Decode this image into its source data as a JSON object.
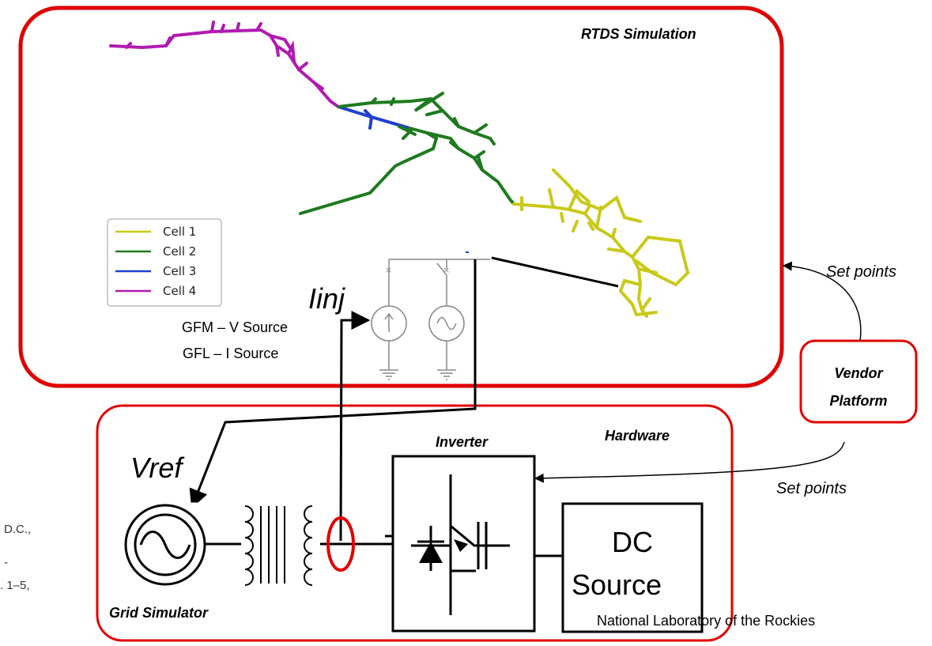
{
  "labels": {
    "rtds_title": "RTDS Simulation",
    "hardware_title": "Hardware",
    "inverter": "Inverter",
    "grid_simulator": "Grid Simulator",
    "vendor_line1": "Vendor",
    "vendor_line2": "Platform",
    "set_points_top": "Set points",
    "set_points_bottom": "Set points",
    "iinj": "Iinj",
    "vref": "Vref",
    "gfm": "GFM – V Source",
    "gfl": "GFL – I Source",
    "dc_line1": "DC",
    "dc_line2": "Source",
    "footer": "National Laboratory of the Rockies",
    "frag1": "D.C.,",
    "frag2": "-",
    "frag3": ". 1–5,"
  },
  "legend": [
    {
      "label": "Cell 1",
      "color": "#c9c91a"
    },
    {
      "label": "Cell 2",
      "color": "#1e7a1e"
    },
    {
      "label": "Cell 3",
      "color": "#1f3fd0"
    },
    {
      "label": "Cell 4",
      "color": "#b11ab1"
    }
  ],
  "colors": {
    "box_border": "#e00000",
    "cell1": "#c9c91a",
    "cell2": "#1e7a1e",
    "cell3": "#1f3fd0",
    "cell4": "#b11ab1"
  },
  "icons": {
    "current_source": "current-source-icon",
    "voltage_source": "ac-voltage-source-icon",
    "ground": "ground-icon",
    "switch": "switch-icon",
    "transformer": "transformer-icon",
    "ct_sensor": "current-sensor-icon",
    "igbt": "igbt-icon"
  }
}
